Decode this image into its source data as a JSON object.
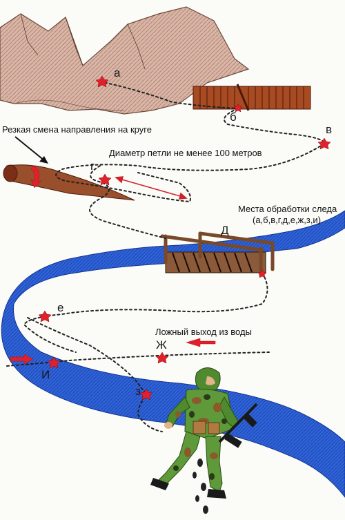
{
  "annotations": {
    "sharp_turn": "Резкая смена направления на круге",
    "loop_diameter": "Диаметр петли не менее 100 метров",
    "trace_sites_title": "Места обработки следа",
    "trace_sites_list": "(а,б,в,г,д,е,ж,з,и)",
    "false_exit": "Ложный выход из воды"
  },
  "points": {
    "a": "а",
    "b": "б",
    "v": "в",
    "g": "г",
    "d": "Д",
    "e": "е",
    "zh": "Ж",
    "z": "з",
    "i": "И"
  },
  "colors": {
    "mountain": "#b98a7a",
    "fence": "#8b3a1a",
    "log": "#8a4a2a",
    "river": "#2a5bd7",
    "marker": "#e0202a",
    "path": "#222222",
    "camo_green": "#4f8a2e",
    "camo_brown": "#8a5a2a"
  }
}
